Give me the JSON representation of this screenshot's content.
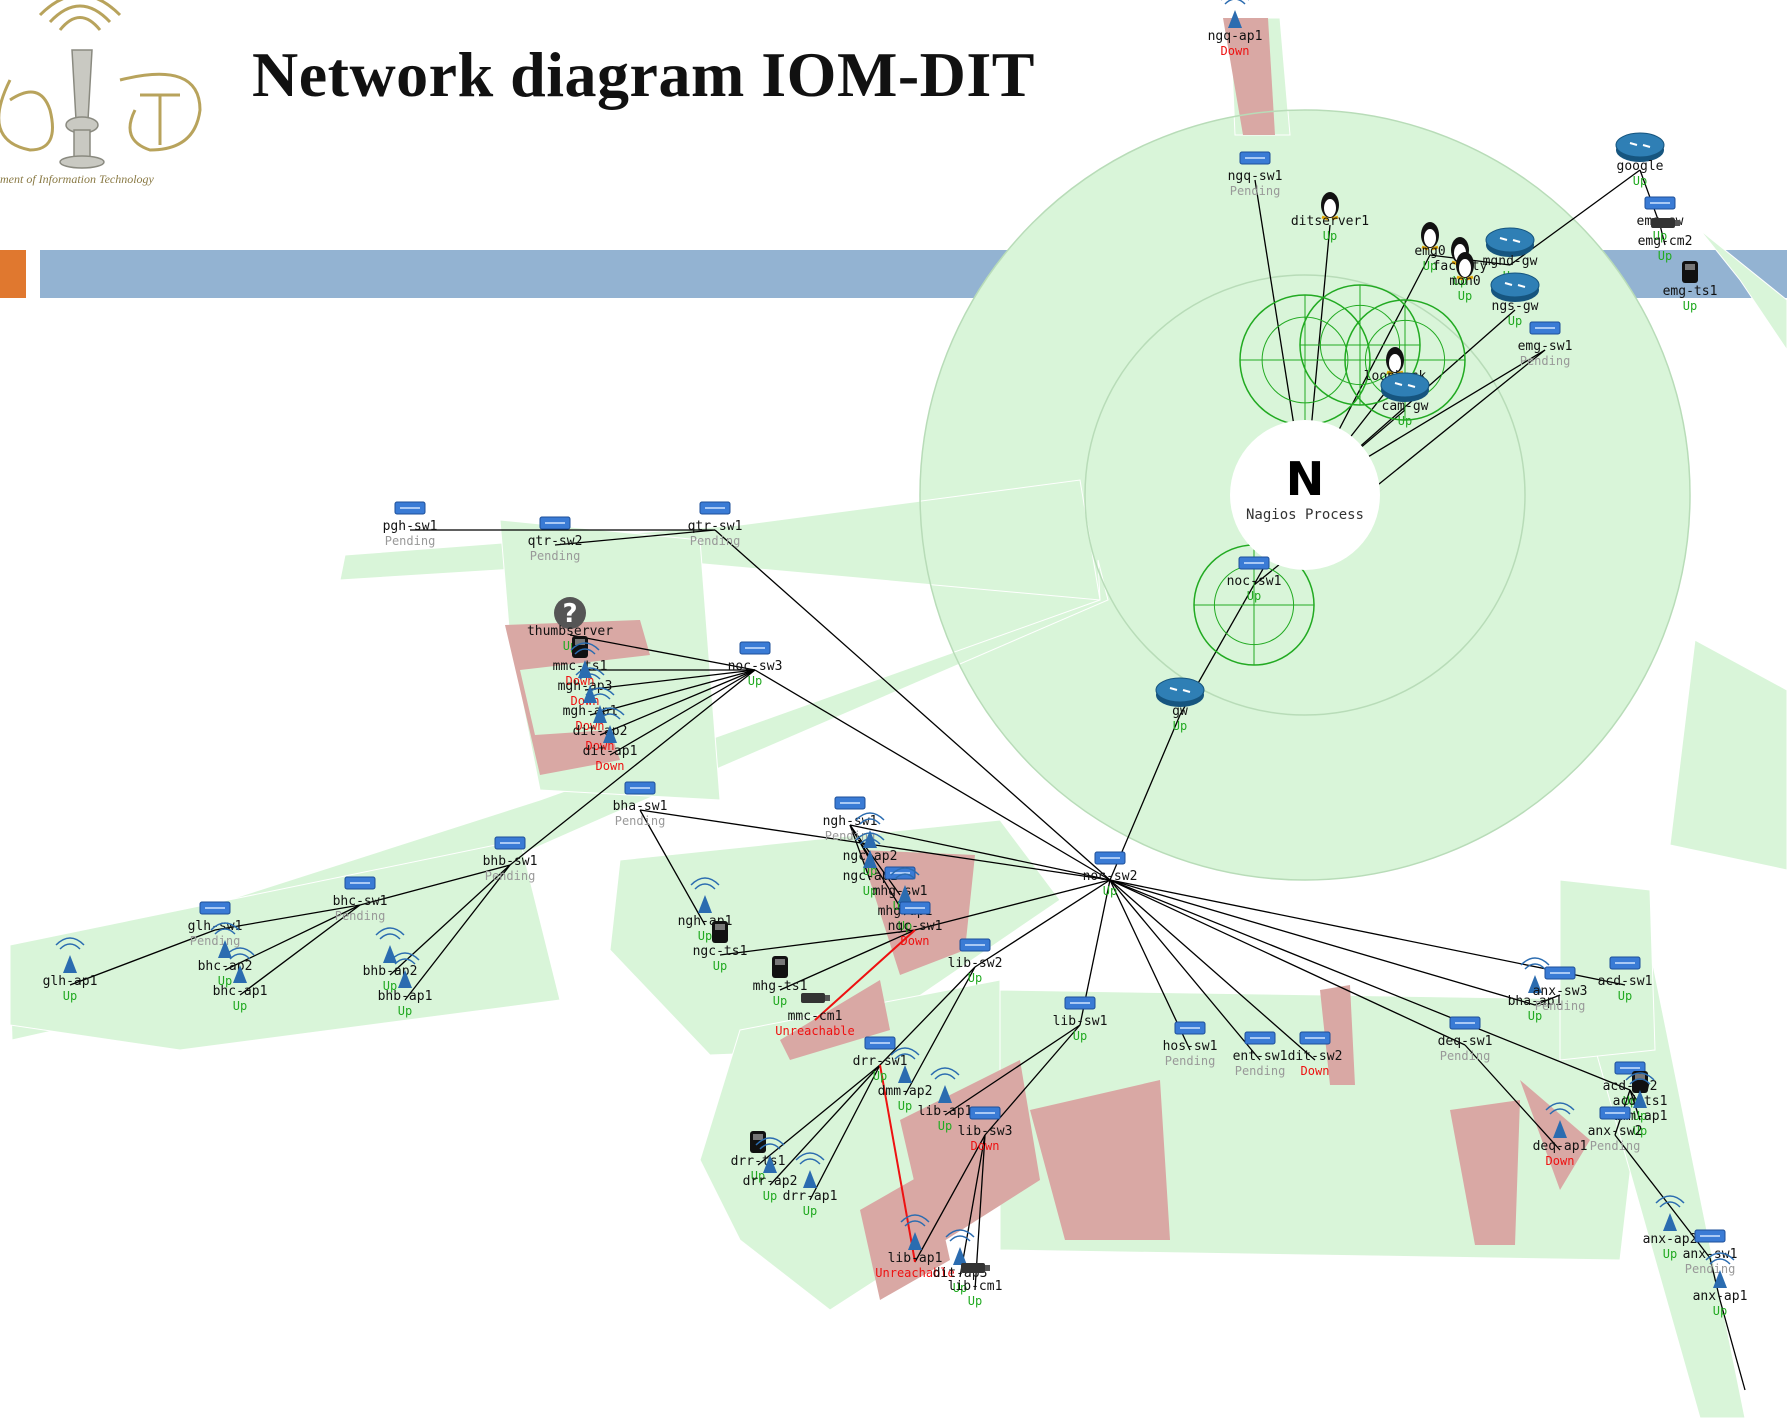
{
  "slide": {
    "title": "Network diagram IOM-DIT",
    "logo_caption": "ment of Information Technology"
  },
  "colors": {
    "accent": "#e0782f",
    "title_bar": "#93b3d2",
    "wedge_fill": "#d9f5d9",
    "problem_fill": "#d9a8a4",
    "status_up": "#22aa22",
    "status_down": "#ee1111",
    "status_pending": "#999999",
    "link": "#000000"
  },
  "map": {
    "center_label": "N",
    "center_caption": "Nagios Process",
    "hosts": [
      {
        "name": "ngq-ap1",
        "status": "Down",
        "icon": "wifi-ap-icon"
      },
      {
        "name": "ngq-sw1",
        "status": "Pending",
        "icon": "switch-icon"
      },
      {
        "name": "ditserver1",
        "status": "Up",
        "icon": "linux-icon"
      },
      {
        "name": "emg0",
        "status": "Up",
        "icon": "linux-icon"
      },
      {
        "name": "faculty",
        "status": "Up",
        "icon": "linux-icon"
      },
      {
        "name": "mon0",
        "status": "Up",
        "icon": "linux-icon"
      },
      {
        "name": "mgnd-gw",
        "status": "Up",
        "icon": "router-icon"
      },
      {
        "name": "ngs-gw",
        "status": "Up",
        "icon": "router-icon"
      },
      {
        "name": "google",
        "status": "Up",
        "icon": "router-icon"
      },
      {
        "name": "emg-sw",
        "status": "Up",
        "icon": "switch-icon"
      },
      {
        "name": "emg-cm2",
        "status": "Up",
        "icon": "camera-icon"
      },
      {
        "name": "emg-ts1",
        "status": "Up",
        "icon": "terminal-icon"
      },
      {
        "name": "emg-sw1",
        "status": "Pending",
        "icon": "switch-icon"
      },
      {
        "name": "loopback",
        "status": "Up",
        "icon": "linux-icon"
      },
      {
        "name": "cam-gw",
        "status": "Up",
        "icon": "router-icon"
      },
      {
        "name": "noc-sw1",
        "status": "Up",
        "icon": "switch-icon"
      },
      {
        "name": "gw",
        "status": "Up",
        "icon": "router-icon"
      },
      {
        "name": "pgh-sw1",
        "status": "Pending",
        "icon": "switch-icon"
      },
      {
        "name": "qtr-sw2",
        "status": "Pending",
        "icon": "switch-icon"
      },
      {
        "name": "qtr-sw1",
        "status": "Pending",
        "icon": "switch-icon"
      },
      {
        "name": "thumbserver",
        "status": "Up",
        "icon": "unknown-icon"
      },
      {
        "name": "mmc-ts1",
        "status": "Down",
        "icon": "terminal-icon"
      },
      {
        "name": "mgh-ap3",
        "status": "Down",
        "icon": "wifi-ap-icon"
      },
      {
        "name": "mgh-ap1",
        "status": "Down",
        "icon": "wifi-ap-icon"
      },
      {
        "name": "dit-ap2",
        "status": "Down",
        "icon": "wifi-ap-icon"
      },
      {
        "name": "dit-ap1",
        "status": "Down",
        "icon": "wifi-ap-icon"
      },
      {
        "name": "noc-sw3",
        "status": "Up",
        "icon": "switch-icon"
      },
      {
        "name": "bha-sw1",
        "status": "Pending",
        "icon": "switch-icon"
      },
      {
        "name": "ngh-sw1",
        "status": "Pending",
        "icon": "switch-icon"
      },
      {
        "name": "ngc-ap2",
        "status": "Up",
        "icon": "wifi-ap-icon"
      },
      {
        "name": "ngc-ap1",
        "status": "Up",
        "icon": "wifi-ap-icon"
      },
      {
        "name": "mhg-sw1",
        "status": "Up",
        "icon": "switch-icon"
      },
      {
        "name": "mhg-ap1",
        "status": "Up",
        "icon": "wifi-ap-icon"
      },
      {
        "name": "ngc-sw1",
        "status": "Down",
        "icon": "switch-icon"
      },
      {
        "name": "ngh-ap1",
        "status": "Up",
        "icon": "wifi-ap-icon"
      },
      {
        "name": "ngc-ts1",
        "status": "Up",
        "icon": "terminal-icon"
      },
      {
        "name": "mhg-ts1",
        "status": "Up",
        "icon": "terminal-icon"
      },
      {
        "name": "mmc-cm1",
        "status": "Unreachable",
        "icon": "camera-icon"
      },
      {
        "name": "bhb-sw1",
        "status": "Pending",
        "icon": "switch-icon"
      },
      {
        "name": "bhc-sw1",
        "status": "Pending",
        "icon": "switch-icon"
      },
      {
        "name": "glh-sw1",
        "status": "Pending",
        "icon": "switch-icon"
      },
      {
        "name": "glh-ap1",
        "status": "Up",
        "icon": "wifi-ap-icon"
      },
      {
        "name": "bhc-ap2",
        "status": "Up",
        "icon": "wifi-ap-icon"
      },
      {
        "name": "bhc-ap1",
        "status": "Up",
        "icon": "wifi-ap-icon"
      },
      {
        "name": "bhb-ap2",
        "status": "Up",
        "icon": "wifi-ap-icon"
      },
      {
        "name": "bhb-ap1",
        "status": "Up",
        "icon": "wifi-ap-icon"
      },
      {
        "name": "noc-sw2",
        "status": "Up",
        "icon": "switch-icon"
      },
      {
        "name": "lib-sw2",
        "status": "Up",
        "icon": "switch-icon"
      },
      {
        "name": "lib-sw1",
        "status": "Up",
        "icon": "switch-icon"
      },
      {
        "name": "drr-sw1",
        "status": "Up",
        "icon": "switch-icon"
      },
      {
        "name": "dmm-ap2",
        "status": "Up",
        "icon": "wifi-ap-icon"
      },
      {
        "name": "lib-ap1",
        "status": "Up",
        "icon": "wifi-ap-icon"
      },
      {
        "name": "lib-sw3",
        "status": "Down",
        "icon": "switch-icon"
      },
      {
        "name": "drr-ts1",
        "status": "Up",
        "icon": "terminal-icon"
      },
      {
        "name": "drr-ap2",
        "status": "Up",
        "icon": "wifi-ap-icon"
      },
      {
        "name": "drr-ap1",
        "status": "Up",
        "icon": "wifi-ap-icon"
      },
      {
        "name": "lib-ap1",
        "status": "Unreachable",
        "icon": "wifi-ap-icon"
      },
      {
        "name": "dit-ap3",
        "status": "Up",
        "icon": "wifi-ap-icon"
      },
      {
        "name": "lib-cm1",
        "status": "Up",
        "icon": "camera-icon"
      },
      {
        "name": "hos-sw1",
        "status": "Pending",
        "icon": "switch-icon"
      },
      {
        "name": "ent-sw1",
        "status": "Pending",
        "icon": "switch-icon"
      },
      {
        "name": "dit-sw2",
        "status": "Down",
        "icon": "switch-icon"
      },
      {
        "name": "deq-sw1",
        "status": "Pending",
        "icon": "switch-icon"
      },
      {
        "name": "deq-ap1",
        "status": "Down",
        "icon": "wifi-ap-icon"
      },
      {
        "name": "bha-ap1",
        "status": "Up",
        "icon": "wifi-ap-icon"
      },
      {
        "name": "anx-sw3",
        "status": "Pending",
        "icon": "switch-icon"
      },
      {
        "name": "acd-sw1",
        "status": "Up",
        "icon": "switch-icon"
      },
      {
        "name": "acd-sw2",
        "status": "Up",
        "icon": "switch-icon"
      },
      {
        "name": "acd-ts1",
        "status": "Up",
        "icon": "terminal-icon"
      },
      {
        "name": "dmm-ap1",
        "status": "Up",
        "icon": "wifi-ap-icon"
      },
      {
        "name": "anx-sw2",
        "status": "Pending",
        "icon": "switch-icon"
      },
      {
        "name": "anx-ap2",
        "status": "Up",
        "icon": "wifi-ap-icon"
      },
      {
        "name": "anx-sw1",
        "status": "Pending",
        "icon": "switch-icon"
      },
      {
        "name": "anx-ap1",
        "status": "Up",
        "icon": "wifi-ap-icon"
      }
    ]
  }
}
